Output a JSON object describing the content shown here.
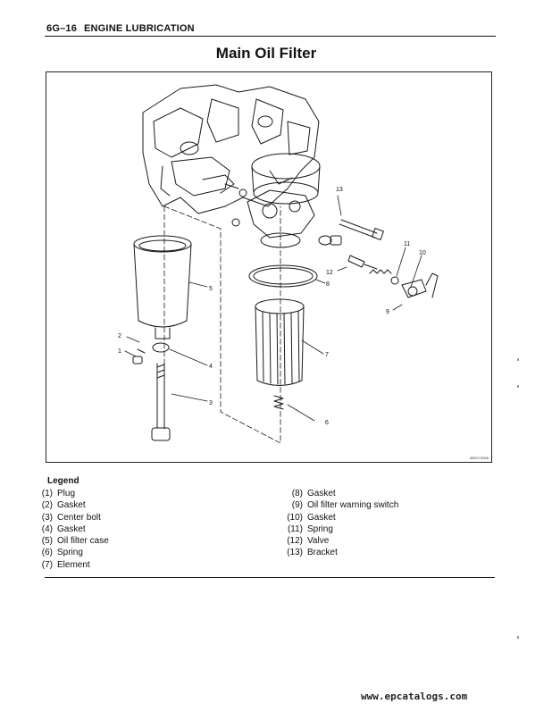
{
  "header": {
    "page_number": "6G–16",
    "section": "ENGINE LUBRICATION"
  },
  "title": "Main Oil Filter",
  "figure": {
    "code": "653CY0006",
    "callouts": [
      "1",
      "2",
      "3",
      "4",
      "5",
      "6",
      "7",
      "8",
      "9",
      "10",
      "11",
      "12",
      "13"
    ]
  },
  "legend": {
    "title": "Legend",
    "left": [
      {
        "num": "(1)",
        "label": "Plug"
      },
      {
        "num": "(2)",
        "label": "Gasket"
      },
      {
        "num": "(3)",
        "label": "Center bolt"
      },
      {
        "num": "(4)",
        "label": "Gasket"
      },
      {
        "num": "(5)",
        "label": "Oil filter case"
      },
      {
        "num": "(6)",
        "label": "Spring"
      },
      {
        "num": "(7)",
        "label": "Element"
      }
    ],
    "right": [
      {
        "num": "(8)",
        "label": "Gasket"
      },
      {
        "num": "(9)",
        "label": "Oil filter warning switch"
      },
      {
        "num": "(10)",
        "label": "Gasket"
      },
      {
        "num": "(11)",
        "label": "Spring"
      },
      {
        "num": "(12)",
        "label": "Valve"
      },
      {
        "num": "(13)",
        "label": "Bracket"
      }
    ]
  },
  "watermark": "www.epcatalogs.com"
}
